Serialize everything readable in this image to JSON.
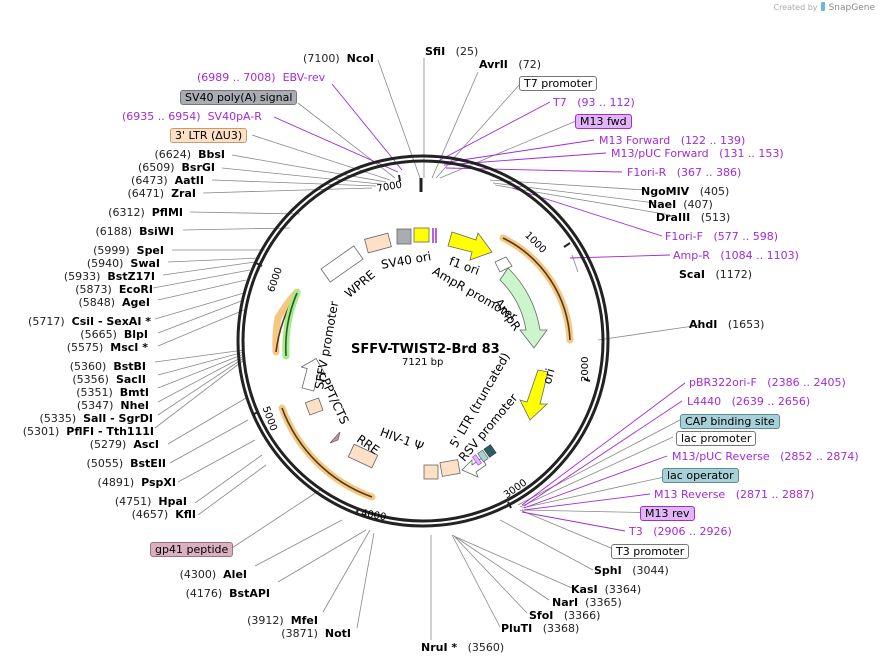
{
  "credit": {
    "prefix": "Created by",
    "brand": "SnapGene"
  },
  "plasmid": {
    "name": "SFFV-TWIST2-Brd 83",
    "length": "7121 bp"
  },
  "ticks": [
    "1000",
    "2000",
    "3000",
    "4000",
    "5000",
    "6000",
    "7000"
  ],
  "features": {
    "f1_ori": "f1 ori",
    "ampr_promoter": "AmpR promoter",
    "ampr": "AmpR",
    "ori": "ori",
    "sv40_ori": "SV40 ori",
    "wpre": "WPRE",
    "sffv_promoter": "SFFV promoter",
    "cppt_cts": "cPPT/CTS",
    "rre": "RRE",
    "hiv1_psi": "HIV-1 Ψ",
    "ltr5": "5' LTR (truncated)",
    "rsv_promoter": "RSV promoter"
  },
  "boxed_features": {
    "sv40_polya": "SV40 poly(A) signal",
    "ltr3": "3' LTR (ΔU3)",
    "t7_promoter": "T7 promoter",
    "m13_fwd": "M13 fwd",
    "cap_binding": "CAP binding site",
    "lac_promoter": "lac promoter",
    "lac_operator": "lac operator",
    "m13_rev": "M13 rev",
    "t3_promoter": "T3 promoter",
    "gp41": "gp41 peptide"
  },
  "primers": {
    "ebv_rev": {
      "name": "EBV-rev",
      "range": "(6989 .. 7008)"
    },
    "sv40pa_r": {
      "name": "SV40pA-R",
      "range": "(6935 .. 6954)"
    },
    "t7": {
      "name": "T7",
      "range": "(93 .. 112)"
    },
    "m13_forward": {
      "name": "M13 Forward",
      "range": "(122 .. 139)"
    },
    "m13puc_forward": {
      "name": "M13/pUC Forward",
      "range": "(131 .. 153)"
    },
    "f1ori_r": {
      "name": "F1ori-R",
      "range": "(367 .. 386)"
    },
    "f1ori_f": {
      "name": "F1ori-F",
      "range": "(577 .. 598)"
    },
    "amp_r": {
      "name": "Amp-R",
      "range": "(1084 .. 1103)"
    },
    "pbr322ori_f": {
      "name": "pBR322ori-F",
      "range": "(2386 .. 2405)"
    },
    "l4440": {
      "name": "L4440",
      "range": "(2639 .. 2656)"
    },
    "m13puc_reverse": {
      "name": "M13/pUC Reverse",
      "range": "(2852 .. 2874)"
    },
    "m13_reverse": {
      "name": "M13 Reverse",
      "range": "(2871 .. 2887)"
    },
    "t3": {
      "name": "T3",
      "range": "(2906 .. 2926)"
    }
  },
  "enzymes": {
    "ncoi": {
      "name": "NcoI",
      "pos": "(7100)"
    },
    "sfii": {
      "name": "SfiI",
      "pos": "(25)"
    },
    "avrii": {
      "name": "AvrII",
      "pos": "(72)"
    },
    "ngomiv": {
      "name": "NgoMIV",
      "pos": "(405)"
    },
    "naei": {
      "name": "NaeI",
      "pos": "(407)"
    },
    "draiii": {
      "name": "DraIII",
      "pos": "(513)"
    },
    "scai": {
      "name": "ScaI",
      "pos": "(1172)"
    },
    "ahdi": {
      "name": "AhdI",
      "pos": "(1653)"
    },
    "sphi": {
      "name": "SphI",
      "pos": "(3044)"
    },
    "kasi": {
      "name": "KasI",
      "pos": "(3364)"
    },
    "nari": {
      "name": "NarI",
      "pos": "(3365)"
    },
    "sfoi": {
      "name": "SfoI",
      "pos": "(3366)"
    },
    "pluti": {
      "name": "PluTI",
      "pos": "(3368)"
    },
    "drui": {
      "name": "NruI *",
      "pos": "(3560)"
    },
    "noti": {
      "name": "NotI",
      "pos": "(3871)"
    },
    "mfei": {
      "name": "MfeI",
      "pos": "(3912)"
    },
    "bstapi": {
      "name": "BstAPI",
      "pos": "(4176)"
    },
    "alei": {
      "name": "AleI",
      "pos": "(4300)"
    },
    "kfli": {
      "name": "KflI",
      "pos": "(4657)"
    },
    "hpai": {
      "name": "HpaI",
      "pos": "(4751)"
    },
    "pspxi": {
      "name": "PspXI",
      "pos": "(4891)"
    },
    "bsteii": {
      "name": "BstEII",
      "pos": "(5055)"
    },
    "asci": {
      "name": "AscI",
      "pos": "(5279)"
    },
    "pflfi": {
      "name": "PflFI  - Tth111I",
      "pos": "(5301)"
    },
    "sali": {
      "name": "SalI  - SgrDI",
      "pos": "(5335)"
    },
    "nhei": {
      "name": "NheI",
      "pos": "(5347)"
    },
    "bmti": {
      "name": "BmtI",
      "pos": "(5351)"
    },
    "sacii": {
      "name": "SacII",
      "pos": "(5356)"
    },
    "bstbi": {
      "name": "BstBI",
      "pos": "(5360)"
    },
    "msci": {
      "name": "MscI *",
      "pos": "(5575)"
    },
    "blpi": {
      "name": "BlpI",
      "pos": "(5665)"
    },
    "csii": {
      "name": "CsiI  - SexAI *",
      "pos": "(5717)"
    },
    "agei": {
      "name": "AgeI",
      "pos": "(5848)"
    },
    "ecori": {
      "name": "EcoRI",
      "pos": "(5873)"
    },
    "bstz17i": {
      "name": "BstZ17I",
      "pos": "(5933)"
    },
    "swai": {
      "name": "SwaI",
      "pos": "(5940)"
    },
    "spei": {
      "name": "SpeI",
      "pos": "(5999)"
    },
    "bsiwi": {
      "name": "BsiWI",
      "pos": "(6188)"
    },
    "pflmi": {
      "name": "PflMI",
      "pos": "(6312)"
    },
    "zrai": {
      "name": "ZraI",
      "pos": "(6471)"
    },
    "aatii": {
      "name": "AatII",
      "pos": "(6473)"
    },
    "bsrgi": {
      "name": "BsrGI",
      "pos": "(6509)"
    },
    "bbsi": {
      "name": "BbsI",
      "pos": "(6624)"
    }
  },
  "colors": {
    "primer": "#a12bd6",
    "yellow_feature": "#ffff00",
    "ampr": "#ccf5cc",
    "ltr": "#fde0c5",
    "grey_feature": "#a9adb3",
    "orange_orf": "#f7c77f",
    "green_orf": "#a6ec8a",
    "cap_box": "#a8d0d8",
    "primer_box": "#e0b6f7",
    "gp41": "#dab0c0"
  }
}
